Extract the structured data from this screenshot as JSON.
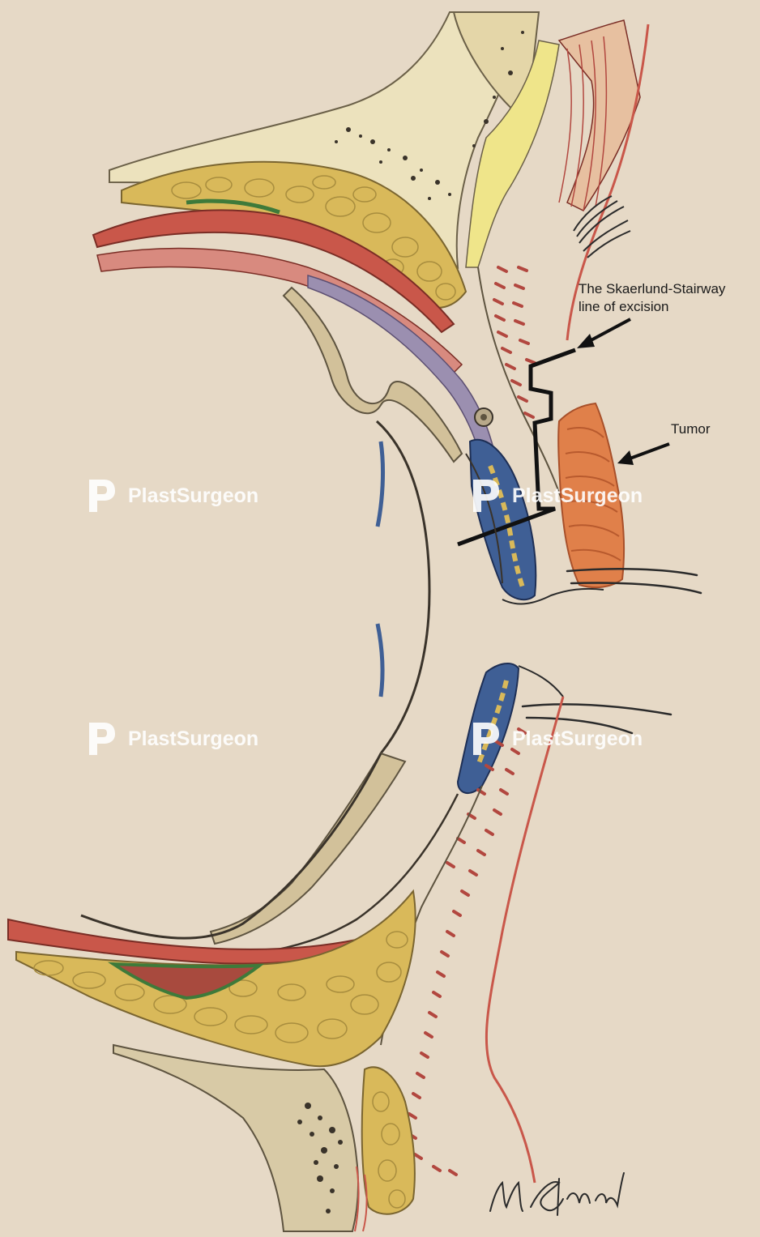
{
  "annotations": {
    "excision_line_label_1": "The Skaerlund-Stairway",
    "excision_line_label_2": "line of excision",
    "tumor_label": "Tumor"
  },
  "watermark": {
    "brand": "PlastSurgeon"
  },
  "signature": "M Skaerlund",
  "colors": {
    "paper": "#e6d9c6",
    "fat": "#d9b95a",
    "bone": "#e8dcb0",
    "muscle": "#c9574a",
    "tarsus_blue": "#3f5f95",
    "tumor": "#e0804a",
    "excision_line": "#111111"
  }
}
